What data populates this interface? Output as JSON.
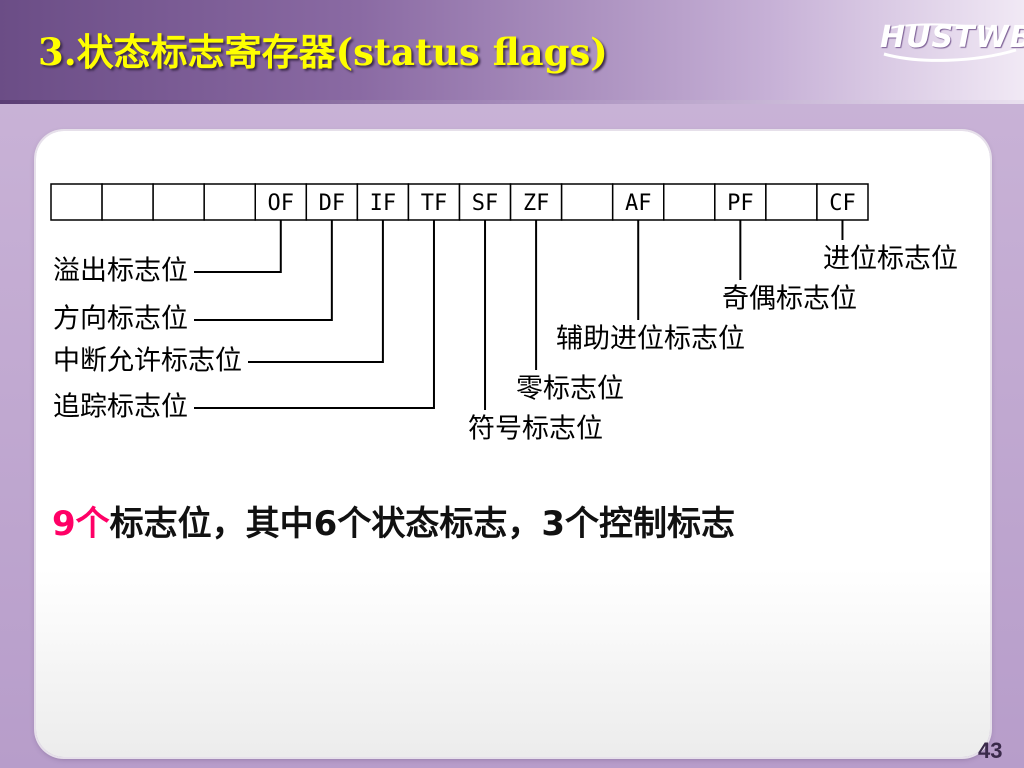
{
  "slide": {
    "title": "3.状态标志寄存器(status flags)",
    "logo_text": "HUSTWB",
    "page_number": "43"
  },
  "register": {
    "cells": [
      "",
      "",
      "",
      "",
      "OF",
      "DF",
      "IF",
      "TF",
      "SF",
      "ZF",
      "",
      "AF",
      "",
      "PF",
      "",
      "CF"
    ]
  },
  "flags": [
    {
      "code": "OF",
      "label": "溢出标志位"
    },
    {
      "code": "DF",
      "label": "方向标志位"
    },
    {
      "code": "IF",
      "label": "中断允许标志位"
    },
    {
      "code": "TF",
      "label": "追踪标志位"
    },
    {
      "code": "SF",
      "label": "符号标志位"
    },
    {
      "code": "ZF",
      "label": "零标志位"
    },
    {
      "code": "AF",
      "label": "辅助进位标志位"
    },
    {
      "code": "PF",
      "label": "奇偶标志位"
    },
    {
      "code": "CF",
      "label": "进位标志位"
    }
  ],
  "summary": {
    "accent": "9个",
    "text": "标志位，其中6个状态标志，3个控制标志"
  },
  "colors": {
    "title": "#ffff00",
    "accent": "#ff0066"
  }
}
